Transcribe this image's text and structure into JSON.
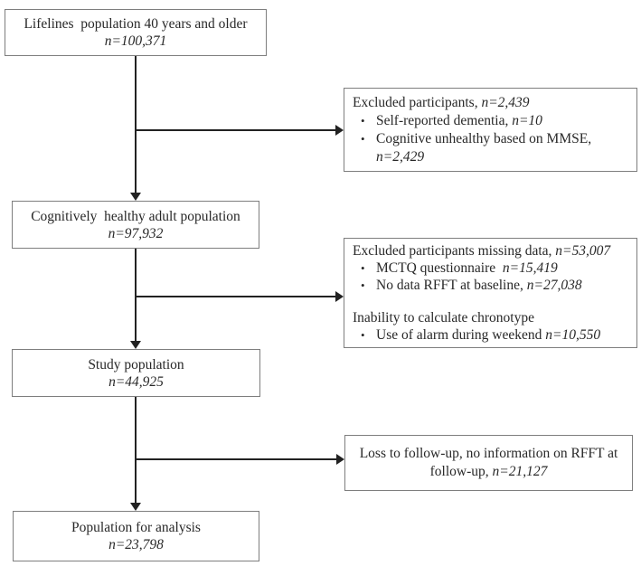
{
  "diagram": {
    "bullet_char": "•",
    "boxes": {
      "lifelines": {
        "title": "Lifelines  population 40 years and older",
        "n": "n=100,371"
      },
      "cognitively_healthy": {
        "title": "Cognitively  healthy adult population",
        "n": "n=97,932"
      },
      "study_population": {
        "title": "Study population",
        "n": "n=44,925"
      },
      "analysis_population": {
        "title": "Population for analysis",
        "n": "n=23,798"
      }
    },
    "side_boxes": {
      "excluded_baseline": {
        "header_text": "Excluded participants, ",
        "header_n": "n=2,439",
        "bullets": [
          {
            "text": "Self-reported dementia, ",
            "n": "n=10"
          },
          {
            "text": "Cognitive unhealthy based on MMSE, ",
            "n": "n=2,429"
          }
        ]
      },
      "excluded_missing": {
        "header_text": "Excluded participants missing data, ",
        "header_n": "n=53,007",
        "bullets": [
          {
            "text": "MCTQ questionnaire  ",
            "n": "n=15,419"
          },
          {
            "text": "No data RFFT at baseline, ",
            "n": "n=27,038"
          }
        ],
        "subheader_text": "Inability to calculate chronotype",
        "sub_bullets": [
          {
            "text": "Use of alarm during weekend ",
            "n": "n=10,550"
          }
        ]
      },
      "loss_followup": {
        "line1": "Loss to follow-up, no information on RFFT at",
        "line2_text": "follow-up, ",
        "line2_n": "n=21,127"
      }
    }
  }
}
